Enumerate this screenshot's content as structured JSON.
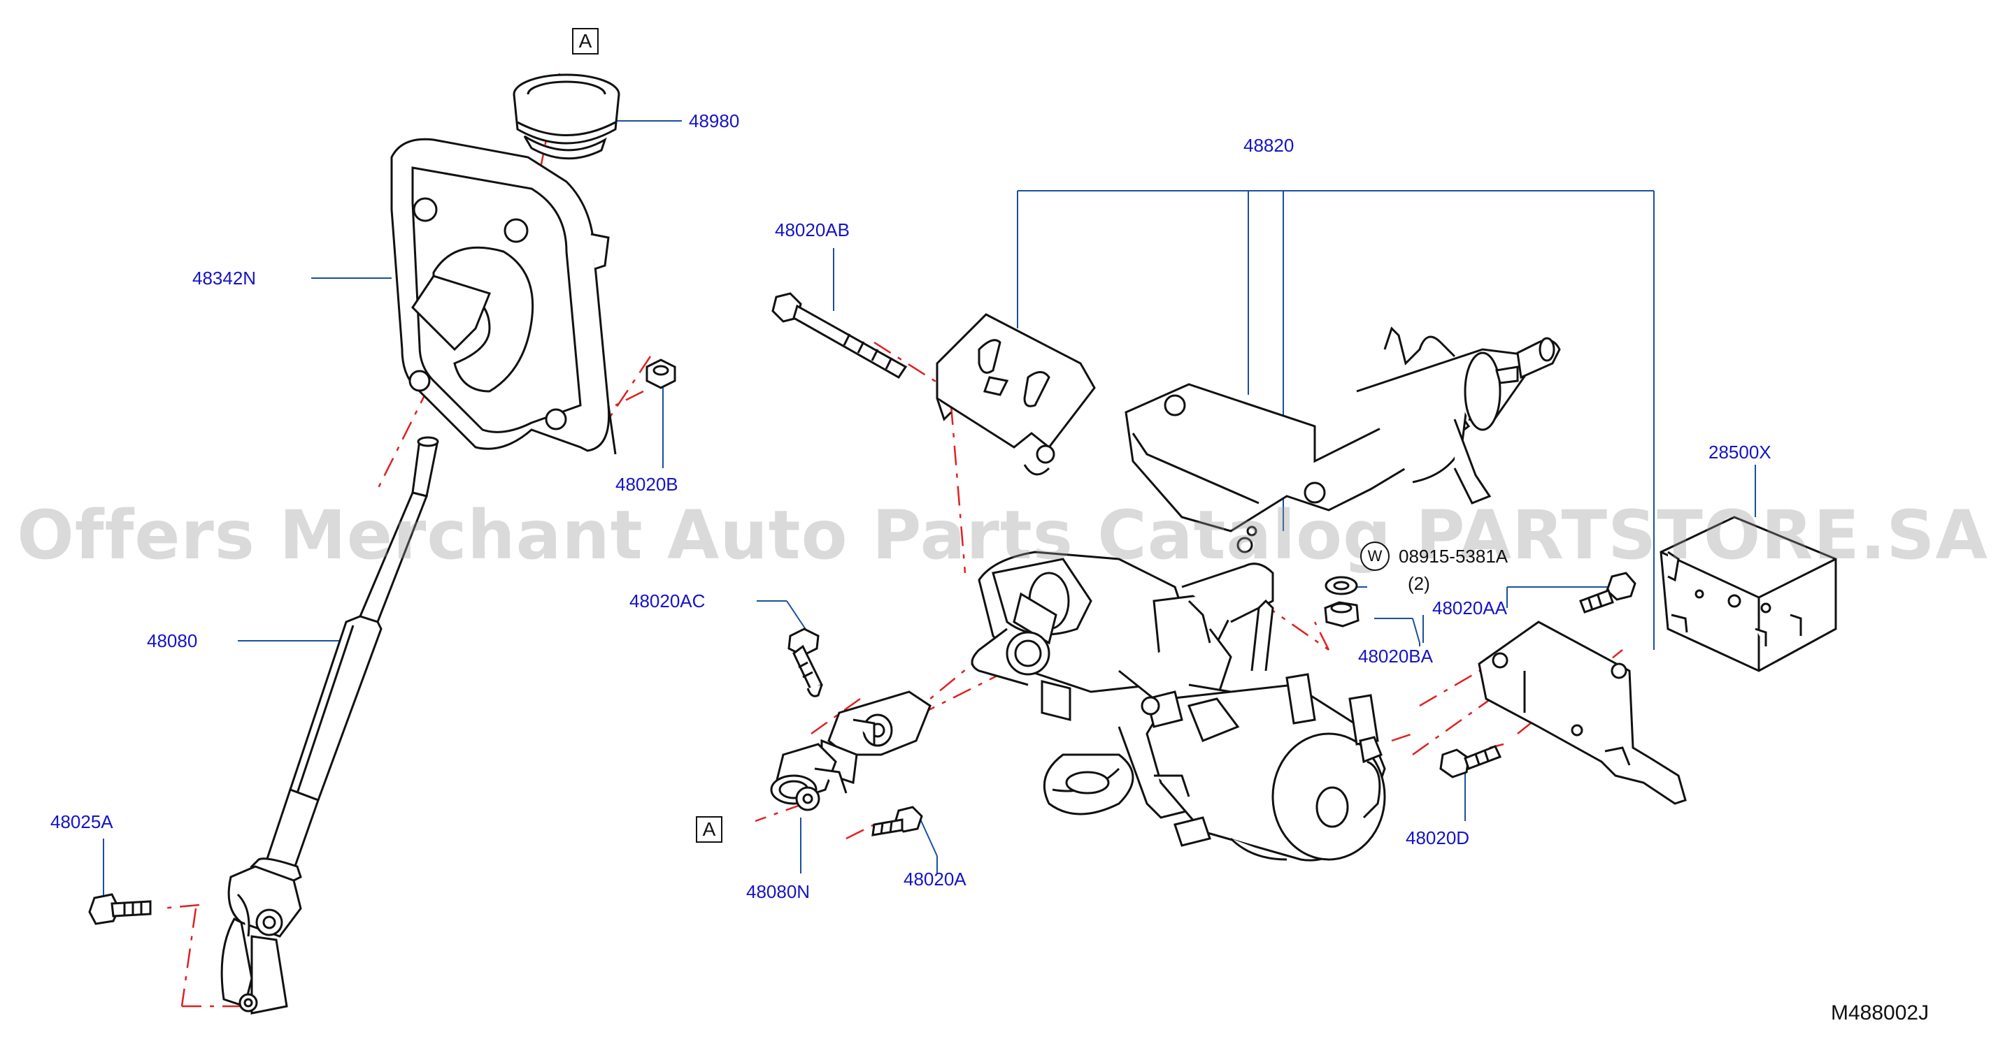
{
  "labels": {
    "p48980": "48980",
    "p48342N": "48342N",
    "p48020B": "48020B",
    "p48080": "48080",
    "p48025A": "48025A",
    "p48820": "48820",
    "p48020AB": "48020AB",
    "p48020AC": "48020AC",
    "p48080N": "48080N",
    "p48020A": "48020A",
    "p28500X": "28500X",
    "p48020AA": "48020AA",
    "p48020BA": "48020BA",
    "p48020D": "48020D",
    "w_part": "08915-5381A",
    "w_qty": "(2)",
    "w_symbol": "W",
    "ref_a_top": "A",
    "ref_a_bottom": "A"
  },
  "figure_code": "M488002J",
  "watermark": "Offers Merchant Auto Parts Catalog PARTSTORE.SA",
  "colors": {
    "leader": "#1a4fa0",
    "label": "#1414c8",
    "parts": "#111111",
    "centerline": "#e02020"
  }
}
